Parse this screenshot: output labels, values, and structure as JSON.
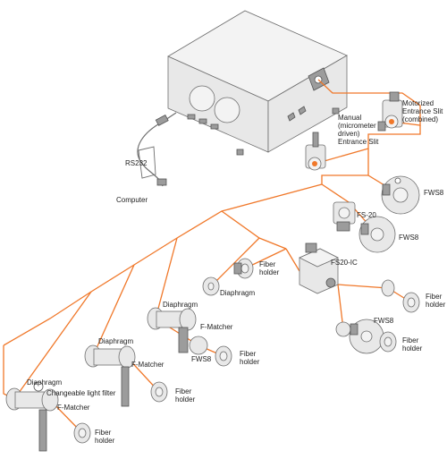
{
  "colors": {
    "connector": "#f0782a",
    "outline": "#6e6e6e",
    "body_fill": "#e8e8e8",
    "text": "#222222"
  },
  "labels": {
    "motorized_slit": [
      "Motorized",
      "Entrance Slit",
      "(combined)"
    ],
    "manual_slit": [
      "Manual",
      "(micrometer",
      "driven)",
      "Entrance Slit"
    ],
    "rs232": "RS232",
    "computer": "Computer",
    "fws8_top": "FWS8",
    "fs20": "FS-20",
    "fws8_mid": "FWS8",
    "fs20ic": "FS20-IC",
    "fiber_holder_a": [
      "Fiber",
      "holder"
    ],
    "diaphragm_a": "Diaphragm",
    "fiber_holder_b": [
      "Fiber",
      "holder"
    ],
    "fws8_right": "FWS8",
    "fiber_holder_c": [
      "Fiber",
      "holder"
    ],
    "diaphragm_b": "Diaphragm",
    "f_matcher_b": "F-Matcher",
    "fws8_b": "FWS8",
    "fiber_holder_d": [
      "Fiber",
      "holder"
    ],
    "diaphragm_c": "Diaphragm",
    "f_matcher_c": "F-Matcher",
    "fiber_holder_e": [
      "Fiber",
      "holder"
    ],
    "diaphragm_d": "Diaphragm",
    "changeable_filter": "Changeable light filter",
    "f_matcher_d": "F-Matcher",
    "fiber_holder_f": [
      "Fiber",
      "holder"
    ]
  }
}
